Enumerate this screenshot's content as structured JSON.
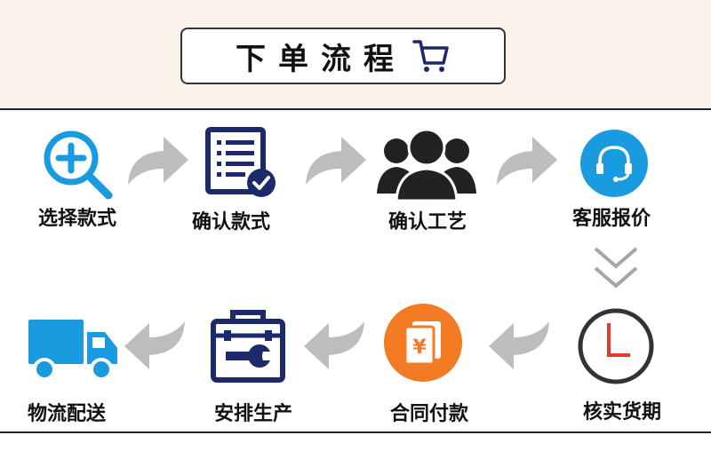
{
  "header": {
    "title": "下单流程",
    "icon": "shopping-cart-icon"
  },
  "colors": {
    "blue": "#1a9be0",
    "navy": "#1c2a6b",
    "orange": "#f47a24",
    "gray_arrow": "#bdbdbd",
    "red": "#e23b2e"
  },
  "steps": [
    {
      "label": "选择款式",
      "icon": "magnify-plus-icon"
    },
    {
      "label": "确认款式",
      "icon": "checklist-icon"
    },
    {
      "label": "确认工艺",
      "icon": "people-group-icon"
    },
    {
      "label": "客服报价",
      "icon": "headset-icon"
    },
    {
      "label": "核实货期",
      "icon": "clock-icon"
    },
    {
      "label": "合同付款",
      "icon": "yen-document-icon"
    },
    {
      "label": "安排生产",
      "icon": "toolbox-wrench-icon"
    },
    {
      "label": "物流配送",
      "icon": "delivery-truck-icon"
    }
  ]
}
